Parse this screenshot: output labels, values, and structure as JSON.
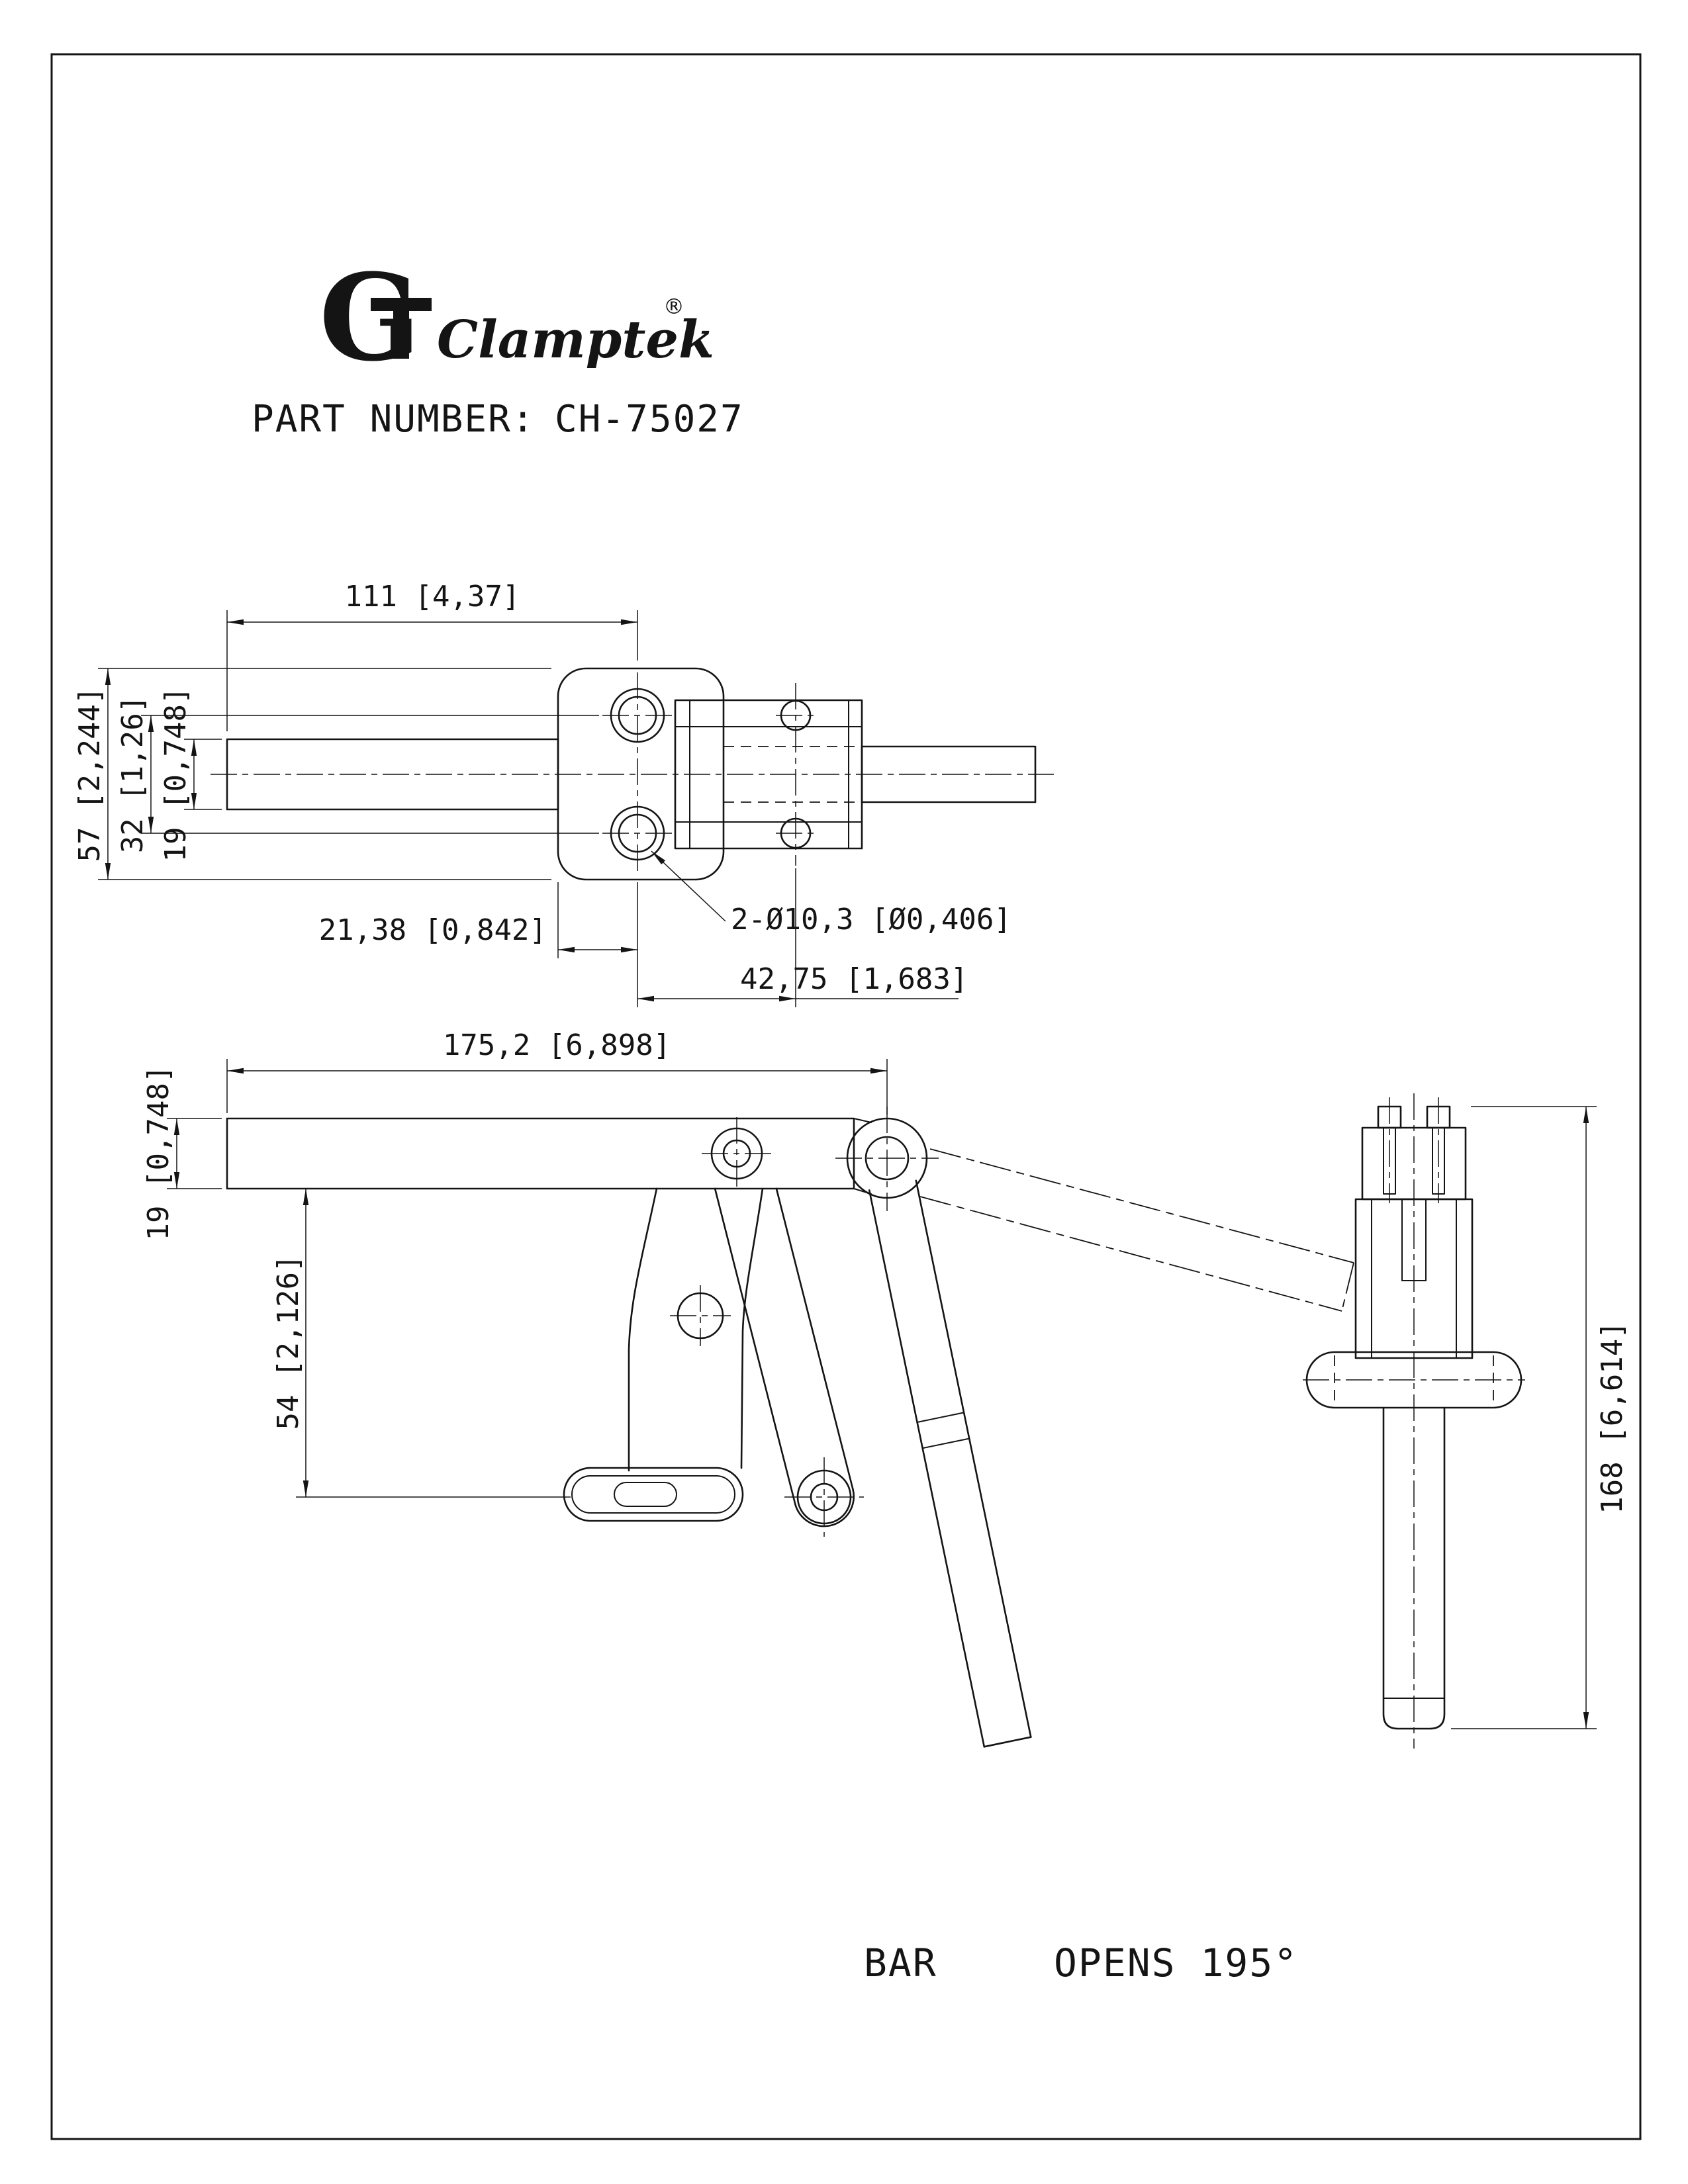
{
  "colors": {
    "ink": "#141414",
    "paper": "#ffffff"
  },
  "header": {
    "logo_monogram": "G",
    "brand": "Clamptek",
    "registered_mark": "®",
    "part_number_label": "PART NUMBER:",
    "part_number": "CH-75027"
  },
  "top_view": {
    "dims": {
      "end_to_hole_center": "111 [4,37]",
      "base_width": "57 [2,244]",
      "hole_spacing": "32 [1,26]",
      "bar_width": "19 [0,748]",
      "edge_to_hole": "21,38 [0,842]",
      "hole_callout": "2-Ø10,3 [Ø0,406]",
      "hole_to_pivot": "42,75 [1,683]"
    }
  },
  "front_view": {
    "dims": {
      "overall_length": "175,2 [6,898]",
      "bar_height": "19 [0,748]",
      "bar_to_base": "54 [2,126]"
    }
  },
  "side_view": {
    "dims": {
      "overall_height": "168 [6,614]"
    }
  },
  "footer": {
    "type_label": "BAR",
    "opening_label": "OPENS 195°"
  }
}
